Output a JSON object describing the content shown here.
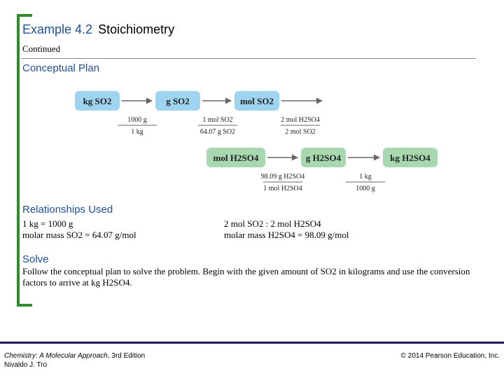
{
  "title": {
    "example": "Example 4.2",
    "topic": "Stoichiometry"
  },
  "continued": "Continued",
  "sections": {
    "plan": "Conceptual Plan",
    "relationships": "Relationships Used",
    "solve": "Solve"
  },
  "diagram": {
    "row1": [
      "kg SO2",
      "g SO2",
      "mol SO2"
    ],
    "row2": [
      "mol H2SO4",
      "g H2SO4",
      "kg H2SO4"
    ],
    "row1_factors": [
      {
        "num": "1000 g",
        "den": "1 kg"
      },
      {
        "num": "1 mol SO2",
        "den": "64.07 g SO2"
      },
      {
        "num": "2 mol H2SO4",
        "den": "2 mol SO2"
      }
    ],
    "row2_factors": [
      {
        "num": "98.09 g H2SO4",
        "den": "1 mol H2SO4"
      },
      {
        "num": "1 kg",
        "den": "1000 g"
      }
    ],
    "box_color": "#9fd4f0",
    "box2_color": "#a8d8b0",
    "arrow_color": "#666666"
  },
  "relationships": {
    "left": [
      "1 kg = 1000 g",
      "molar mass SO2 = 64.07 g/mol"
    ],
    "right": [
      "2 mol SO2 : 2 mol H2SO4",
      "molar mass H2SO4 = 98.09 g/mol"
    ]
  },
  "solve_text": "Follow the conceptual plan to solve the problem. Begin with the given amount of SO2 in kilograms and use the conversion factors to arrive at kg H2SO4.",
  "footer": {
    "book": "Chemistry: A Molecular Approach",
    "edition": ", 3rd Edition",
    "author": "Nivaldo J. Tro",
    "copyright": "© 2014 Pearson Education, Inc."
  }
}
